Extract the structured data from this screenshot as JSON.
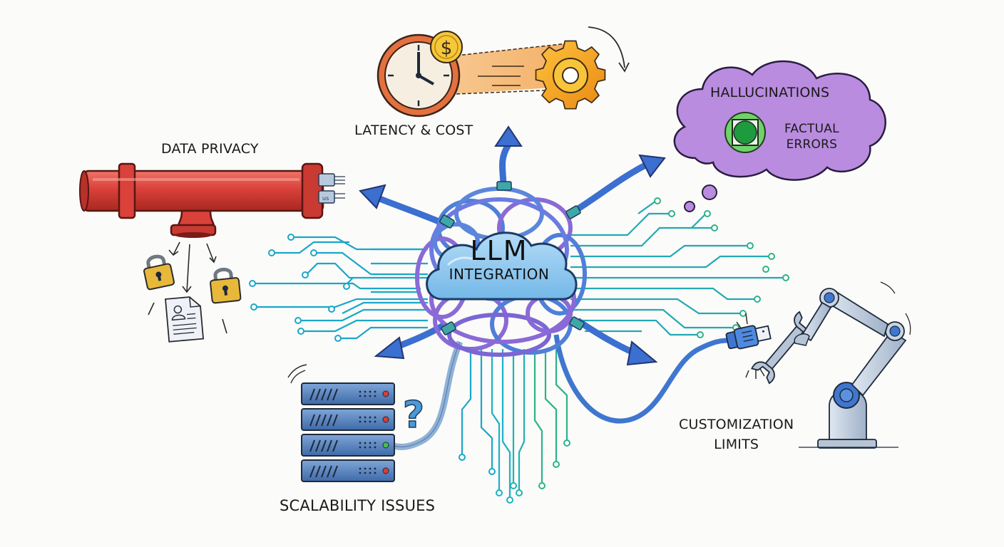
{
  "center": {
    "title": "LLM",
    "subtitle": "INTEGRATION"
  },
  "challenges": {
    "data_privacy": {
      "label": "DATA PRIVACY",
      "connector_text": "us"
    },
    "latency_cost": {
      "label": "LATENCY & COST",
      "coin_symbol": "$"
    },
    "hallucinations": {
      "label": "HALLUCINATIONS",
      "sub_line1": "FACTUAL",
      "sub_line2": "ERRORS"
    },
    "scalability": {
      "label": "SCALABILITY ISSUES",
      "question_mark": "?"
    },
    "customization": {
      "line1": "CUSTOMIZATION",
      "line2": "LIMITS"
    }
  },
  "colors": {
    "background": "#fbfbf9",
    "pipe_red": "#d9413a",
    "lock_gold": "#e8b83a",
    "clock_rim": "#d0643a",
    "gear_orange": "#f2a01e",
    "thought_purple": "#b98ce0",
    "green_badge": "#6fd36a",
    "cloud_blue": "#8ec9ee",
    "cable_blue": "#4f7fd8",
    "cable_purple": "#8a6ad6",
    "circuit_teal": "#1aa7c9",
    "circuit_green": "#2bb38a",
    "server_blue": "#4a78b8",
    "robot_gray": "#b6c4d6"
  },
  "icons": [
    "pipe-icon",
    "padlock-icon",
    "document-icon",
    "clock-icon",
    "coin-icon",
    "gear-icon",
    "thought-cloud-icon",
    "check-badge-icon",
    "server-stack-icon",
    "question-icon",
    "usb-plug-icon",
    "wrench-icon",
    "robot-arm-icon",
    "cloud-icon",
    "arrow-icon",
    "circuit-icon"
  ]
}
